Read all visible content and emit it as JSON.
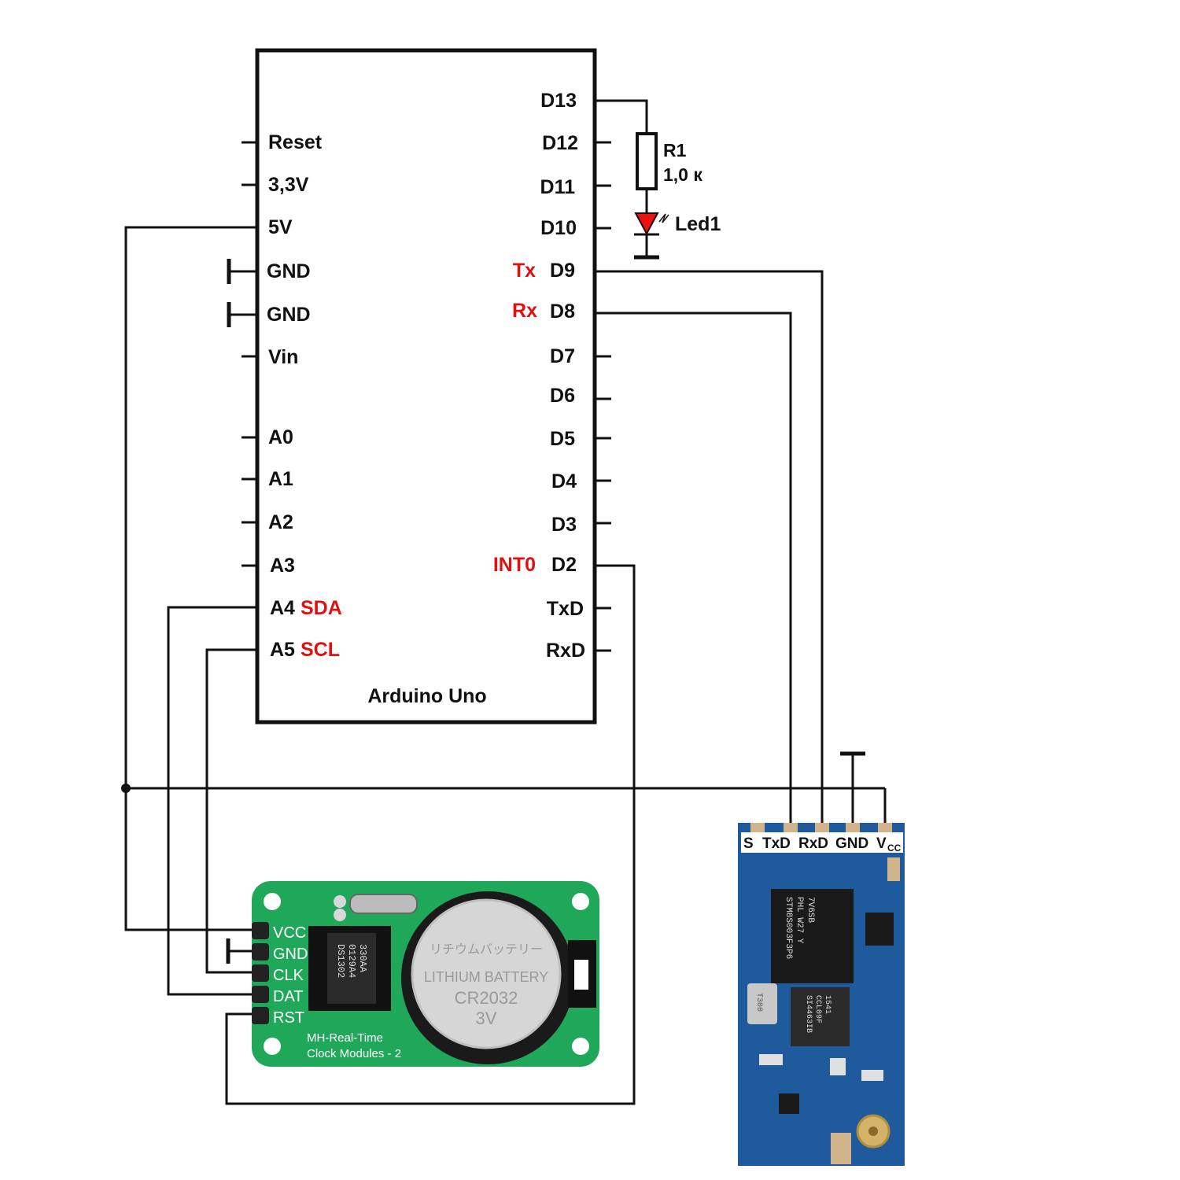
{
  "arduino": {
    "title": "Arduino Uno",
    "left_pins": [
      "Reset",
      "3,3V",
      "5V",
      "GND",
      "GND",
      "Vin",
      "A0",
      "A1",
      "A2",
      "A3",
      "A4",
      "A5"
    ],
    "left_pin_functions": {
      "A4": "SDA",
      "A5": "SCL"
    },
    "right_pins": [
      "D13",
      "D12",
      "D11",
      "D10",
      "D9",
      "D8",
      "D7",
      "D6",
      "D5",
      "D4",
      "D3",
      "D2",
      "TxD",
      "RxD"
    ],
    "right_pin_functions": {
      "D9": "Tx",
      "D8": "Rx",
      "D2": "INT0"
    }
  },
  "resistor": {
    "ref": "R1",
    "value": "1,0 к"
  },
  "led": {
    "ref": "Led1"
  },
  "rtc_module": {
    "pins": [
      "VCC",
      "GND",
      "CLK",
      "DAT",
      "RST"
    ],
    "chip_lines": [
      "DS1302",
      "0129A4",
      "330AA"
    ],
    "battery_lines": [
      "リチウムバッテリー",
      "LITHIUM BATTERY",
      "CR2032",
      "3V"
    ],
    "board_caption_1": "MH-Real-Time",
    "board_caption_2": "Clock Modules - 2"
  },
  "hc12_module": {
    "pins": [
      "S",
      "TxD",
      "RxD",
      "GND"
    ],
    "vcc_main": "V",
    "vcc_sub": "CC",
    "chip_lines": [
      "STM8S003F3P6",
      "PHL W27 Y",
      "7V6SB"
    ],
    "rf_chip_lines": [
      "SI4463IB",
      "CCL09F",
      "1541"
    ],
    "crystal_line": "T300"
  },
  "colors": {
    "wire": "#111111",
    "function_label": "#e01010",
    "led_fill": "#ee1111",
    "rtc_pcb": "#1fa85a",
    "hc12_pcb": "#1f5a9c"
  }
}
